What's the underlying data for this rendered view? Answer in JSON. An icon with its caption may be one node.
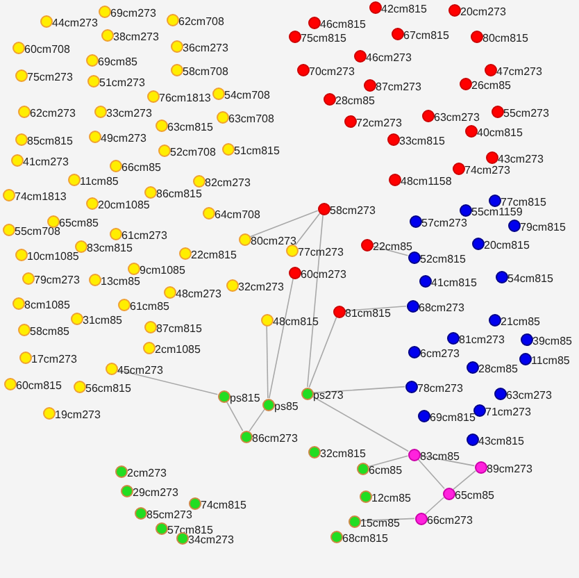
{
  "diagram": {
    "nodes": [
      {
        "text": [
          "44cm273"
        ]
      },
      {
        "text": [
          "69cm273"
        ]
      },
      {
        "text": [
          "38cm273"
        ]
      },
      {
        "text": [
          "62cm708"
        ]
      },
      {
        "text": [
          "36cm273"
        ]
      },
      {
        "text": [
          "60cm708"
        ]
      },
      {
        "text": [
          "69cm85"
        ]
      },
      {
        "text": [
          "58cm708"
        ]
      },
      {
        "text": [
          "75cm273"
        ]
      },
      {
        "text": [
          "51cm273"
        ]
      },
      {
        "text": [
          "76cm1813"
        ]
      },
      {
        "text": [
          "54cm708"
        ]
      },
      {
        "text": [
          "62cm273"
        ]
      },
      {
        "text": [
          "33cm273"
        ]
      },
      {
        "text": [
          "63cm708"
        ]
      },
      {
        "text": [
          "63cm815"
        ]
      },
      {
        "text": [
          "85cm815"
        ]
      },
      {
        "text": [
          "49cm273"
        ]
      },
      {
        "text": [
          "52cm708"
        ]
      },
      {
        "text": [
          "51cm815"
        ]
      },
      {
        "text": [
          "41cm273"
        ]
      },
      {
        "text": [
          "66cm85"
        ]
      },
      {
        "text": [
          "11cm85"
        ]
      },
      {
        "text": [
          "86cm815"
        ]
      },
      {
        "text": [
          "82cm273"
        ]
      },
      {
        "text": [
          "74cm1813"
        ]
      },
      {
        "text": [
          "20cm1085"
        ]
      },
      {
        "text": [
          "64cm708"
        ]
      },
      {
        "text": [
          "55cm708"
        ]
      },
      {
        "text": [
          "65cm85"
        ]
      },
      {
        "text": [
          "61cm273"
        ]
      },
      {
        "text": [
          "83cm815"
        ]
      },
      {
        "text": [
          "22cm815"
        ]
      },
      {
        "text": [
          "10cm1085"
        ]
      },
      {
        "text": [
          "80cm273"
        ]
      },
      {
        "text": [
          "9cm1085"
        ]
      },
      {
        "text": [
          "79cm273"
        ]
      },
      {
        "text": [
          "13cm85"
        ]
      },
      {
        "text": [
          "48cm273"
        ]
      },
      {
        "text": [
          "32cm273"
        ]
      },
      {
        "text": [
          "8cm1085"
        ]
      },
      {
        "text": [
          "61cm85"
        ]
      },
      {
        "text": [
          "48cm815"
        ]
      },
      {
        "text": [
          "31cm85"
        ]
      },
      {
        "text": [
          "58cm85"
        ]
      },
      {
        "text": [
          "87cm815"
        ]
      },
      {
        "text": [
          "2cm1085"
        ]
      },
      {
        "text": [
          "17cm273"
        ]
      },
      {
        "text": [
          "45cm273"
        ]
      },
      {
        "text": [
          "60cm815"
        ]
      },
      {
        "text": [
          "56cm815"
        ]
      },
      {
        "text": [
          "19cm273"
        ]
      },
      {
        "text": [
          "77cm273"
        ]
      },
      {
        "text": [
          "42cm815"
        ]
      },
      {
        "text": [
          "20cm273"
        ]
      },
      {
        "text": [
          "46cm815"
        ]
      },
      {
        "text": [
          "75cm815"
        ]
      },
      {
        "text": [
          "67cm815"
        ]
      },
      {
        "text": [
          "80cm815"
        ]
      },
      {
        "text": [
          "46cm273"
        ]
      },
      {
        "text": [
          "70cm273"
        ]
      },
      {
        "text": [
          "87cm273"
        ]
      },
      {
        "text": [
          "47cm273"
        ]
      },
      {
        "text": [
          "26cm85"
        ]
      },
      {
        "text": [
          "28cm85"
        ]
      },
      {
        "text": [
          "55cm273"
        ]
      },
      {
        "text": [
          "72cm273"
        ]
      },
      {
        "text": [
          "63cm273"
        ]
      },
      {
        "text": [
          "40cm815"
        ]
      },
      {
        "text": [
          "33cm815"
        ]
      },
      {
        "text": [
          "43cm273"
        ]
      },
      {
        "text": [
          "74cm273"
        ]
      },
      {
        "text": [
          "48cm1158"
        ]
      },
      {
        "text": [
          "58cm273"
        ]
      },
      {
        "text": [
          "22cm85"
        ]
      },
      {
        "text": [
          "60cm273"
        ]
      },
      {
        "text": [
          "81cm815"
        ]
      },
      {
        "text": [
          "77cm815"
        ]
      },
      {
        "text": [
          "55cm1159"
        ]
      },
      {
        "text": [
          "57cm273"
        ]
      },
      {
        "text": [
          "79cm815"
        ]
      },
      {
        "text": [
          "20cm815"
        ]
      },
      {
        "text": [
          "52cm815"
        ]
      },
      {
        "text": [
          "41cm815"
        ]
      },
      {
        "text": [
          "54cm815"
        ]
      },
      {
        "text": [
          "68cm273"
        ]
      },
      {
        "text": [
          "21cm85"
        ]
      },
      {
        "text": [
          "81cm273"
        ]
      },
      {
        "text": [
          "39cm85"
        ]
      },
      {
        "text": [
          "6cm273"
        ]
      },
      {
        "text": [
          "28cm85"
        ]
      },
      {
        "text": [
          "11cm85"
        ]
      },
      {
        "text": [
          "78cm273"
        ]
      },
      {
        "text": [
          "63cm273"
        ]
      },
      {
        "text": [
          "71cm273"
        ]
      },
      {
        "text": [
          "69cm815"
        ]
      },
      {
        "text": [
          "43cm815"
        ]
      },
      {
        "text": [
          "83cm85"
        ]
      },
      {
        "text": [
          "89cm273"
        ]
      },
      {
        "text": [
          "65cm85"
        ]
      },
      {
        "text": [
          "66cm273"
        ]
      },
      {
        "text": [
          "ps815"
        ]
      },
      {
        "text": [
          "ps85"
        ]
      },
      {
        "text": [
          "ps273"
        ]
      },
      {
        "text": [
          "86cm273"
        ]
      },
      {
        "text": [
          "32cm815"
        ]
      },
      {
        "text": [
          "2cm273"
        ]
      },
      {
        "text": [
          "6cm85"
        ]
      },
      {
        "text": [
          "29cm273"
        ]
      },
      {
        "text": [
          "74cm815"
        ]
      },
      {
        "text": [
          "12cm85"
        ]
      },
      {
        "text": [
          "85cm273"
        ]
      },
      {
        "text": [
          "15cm85"
        ]
      },
      {
        "text": [
          "57cm815"
        ]
      },
      {
        "text": [
          "68cm815"
        ]
      },
      {
        "text": [
          "34cm273"
        ]
      }
    ],
    "edges": [
      {
        "from": 97,
        "to": 98,
        "arrow": "none"
      },
      {
        "from": 98,
        "to": 99,
        "arrow": "none"
      },
      {
        "from": 97,
        "to": 99,
        "arrow": "none"
      },
      {
        "from": 99,
        "to": 100,
        "arrow": "none"
      },
      {
        "from": 97,
        "to": 103,
        "arrow": "none"
      },
      {
        "from": 100,
        "to": 112,
        "arrow": "none"
      },
      {
        "from": 97,
        "to": 107,
        "arrow": "none"
      },
      {
        "from": 103,
        "to": 73,
        "arrow": "none"
      },
      {
        "from": 103,
        "to": 76,
        "arrow": "none"
      },
      {
        "from": 102,
        "to": 42,
        "arrow": "none"
      },
      {
        "from": 101,
        "to": 48,
        "arrow": "none"
      },
      {
        "from": 102,
        "to": 75,
        "arrow": "none"
      },
      {
        "from": 103,
        "to": 92,
        "arrow": "none"
      },
      {
        "from": 101,
        "to": 104,
        "arrow": "none"
      },
      {
        "from": 102,
        "to": 104,
        "arrow": "none"
      },
      {
        "from": 73,
        "to": 34,
        "arrow": "none"
      },
      {
        "from": 73,
        "to": 52,
        "arrow": "none"
      },
      {
        "from": 74,
        "to": 82,
        "arrow": "none"
      },
      {
        "from": 76,
        "to": 85,
        "arrow": "none"
      }
    ]
  }
}
